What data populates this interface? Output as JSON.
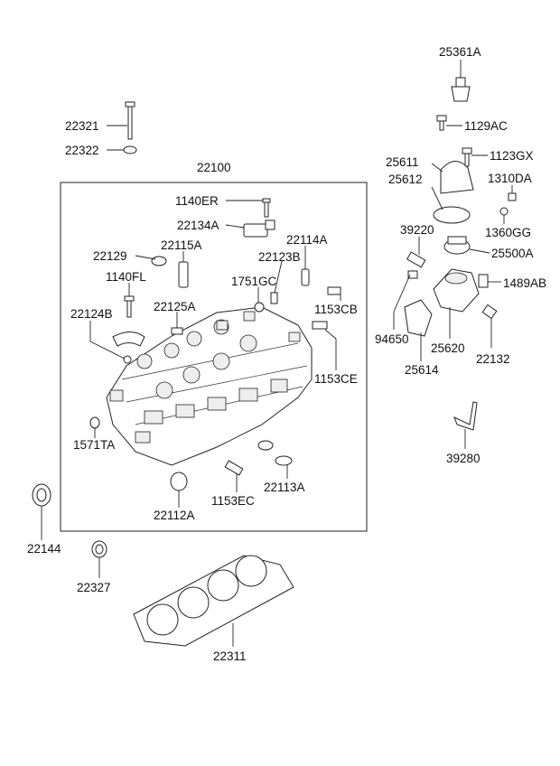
{
  "labels": {
    "l22321": "22321",
    "l22322": "22322",
    "l22100": "22100",
    "l1140ER": "1140ER",
    "l22134A": "22134A",
    "l22129": "22129",
    "l22115A": "22115A",
    "l22114A": "22114A",
    "l22123B": "22123B",
    "l1140FL": "1140FL",
    "l1751GC": "1751GC",
    "l22125A": "22125A",
    "l1153CB": "1153CB",
    "l22124B": "22124B",
    "l1153CE": "1153CE",
    "l1571TA": "1571TA",
    "l22113A": "22113A",
    "l1153EC": "1153EC",
    "l22112A": "22112A",
    "l22144": "22144",
    "l22327": "22327",
    "l22311": "22311",
    "l25361A": "25361A",
    "l1129AC": "1129AC",
    "l25611": "25611",
    "l1123GX": "1123GX",
    "l25612": "25612",
    "l1310DA": "1310DA",
    "l1360GG": "1360GG",
    "l39220": "39220",
    "l25500A": "25500A",
    "l1489AB": "1489AB",
    "l94650": "94650",
    "l25620": "25620",
    "l22132": "22132",
    "l25614": "25614",
    "l39280": "39280"
  }
}
